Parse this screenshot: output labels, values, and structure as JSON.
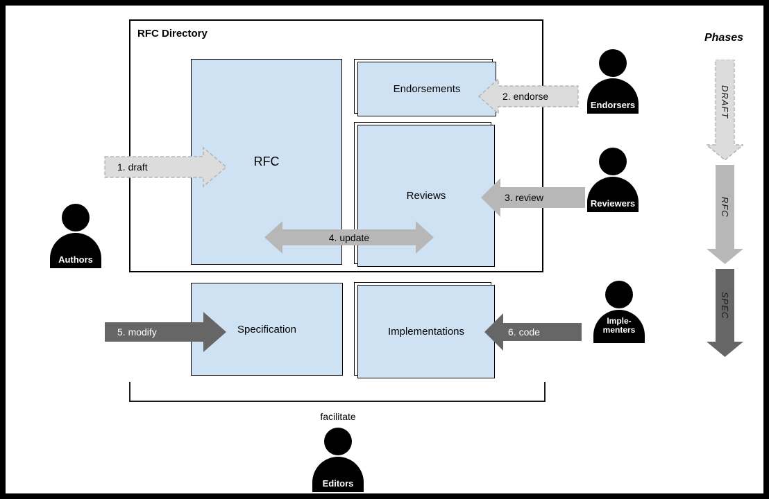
{
  "directory": {
    "title": "RFC Directory"
  },
  "boxes": {
    "rfc": "RFC",
    "endorsements": "Endorsements",
    "reviews": "Reviews",
    "specification": "Specification",
    "implementations": "Implementations"
  },
  "arrows": {
    "draft": "1. draft",
    "endorse": "2. endorse",
    "review": "3. review",
    "update": "4. update",
    "modify": "5. modify",
    "code": "6. code"
  },
  "actors": {
    "authors": "Authors",
    "endorsers": "Endorsers",
    "reviewers": "Reviewers",
    "implementers_line1": "Imple-",
    "implementers_line2": "menters",
    "editors": "Editors",
    "editors_action": "facilitate"
  },
  "phases": {
    "title": "Phases",
    "items": [
      "DRAFT",
      "RFC",
      "SPEC"
    ]
  },
  "colors": {
    "box_fill": "#cfe2f3",
    "box_border": "#000000",
    "arrow_light": "#dcdcdc",
    "arrow_medium": "#b7b7b7",
    "arrow_dark": "#666666",
    "actor_fill": "#000000",
    "actor_text": "#ffffff"
  }
}
